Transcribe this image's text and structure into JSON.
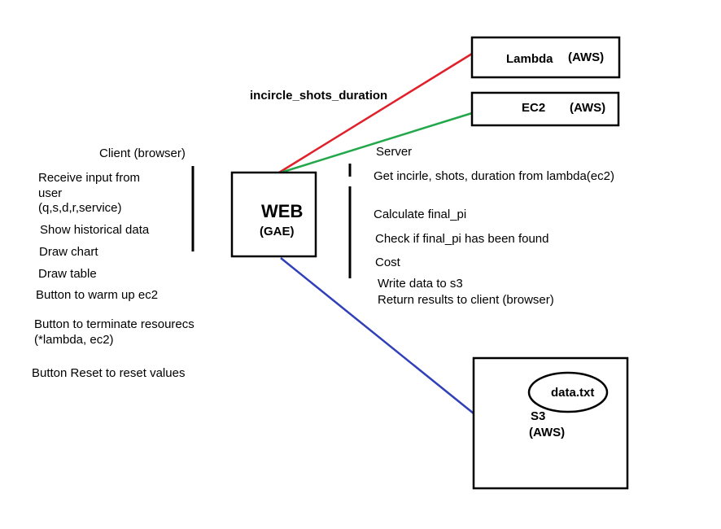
{
  "client": {
    "title": "Client (browser)",
    "items": [
      "Receive input from",
      "user",
      "(q,s,d,r,service)",
      "Show historical data",
      "Draw chart",
      "Draw table",
      "Button to warm up ec2",
      "Button to terminate resourecs",
      "(*lambda, ec2)",
      "Button Reset to reset values"
    ]
  },
  "web": {
    "label": "WEB",
    "sublabel": "(GAE)"
  },
  "server": {
    "title": "Server",
    "items": [
      "Get incirle, shots, duration from lambda(ec2)",
      "Calculate final_pi",
      "Check if final_pi has been found",
      "Cost",
      "Write data to s3",
      "Return results to client (browser)"
    ]
  },
  "lambda_box": {
    "label": "Lambda",
    "provider": "(AWS)"
  },
  "ec2_box": {
    "label": "EC2",
    "provider": "(AWS)"
  },
  "s3_box": {
    "label": "S3",
    "provider": "(AWS)",
    "file": "data.txt"
  },
  "connection_label": "incircle_shots_duration",
  "colors": {
    "lambda_line": "#e0202a",
    "ec2_line": "#22a84a",
    "s3_line": "#3040b8",
    "connection_label": "#22a84a",
    "server_title": "#3a4ab8"
  }
}
